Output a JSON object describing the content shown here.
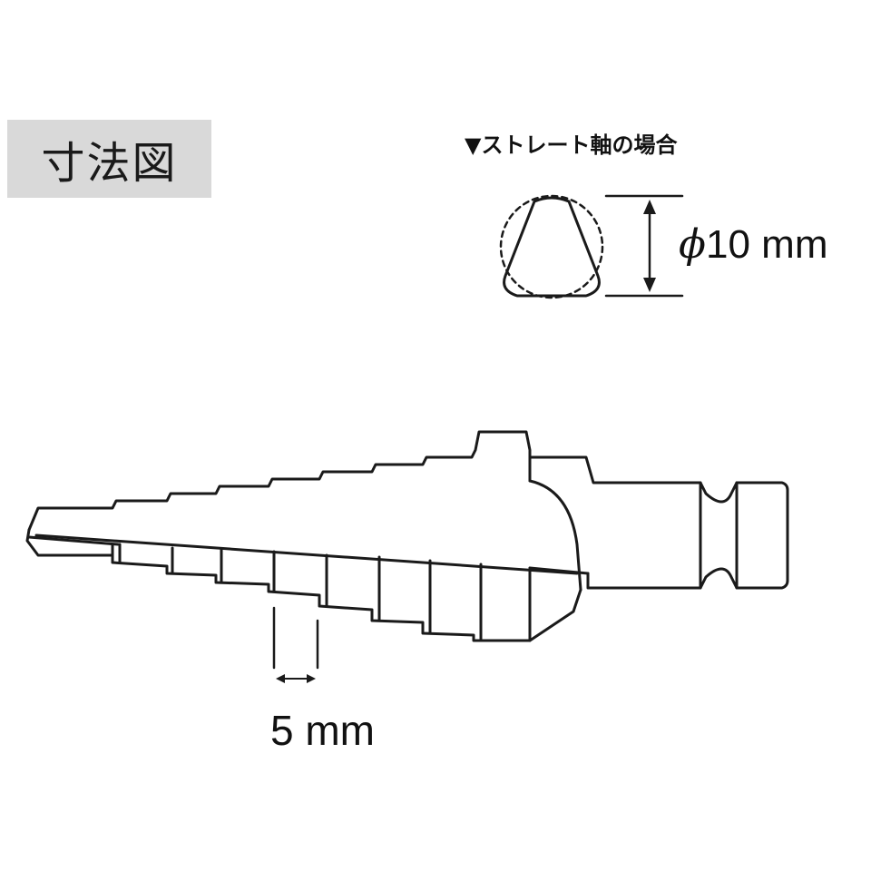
{
  "title": "寸法図",
  "shank_note": "▼ストレート軸の場合",
  "diameter": {
    "symbol": "ϕ",
    "value": "10 mm"
  },
  "step": {
    "label": "5 mm"
  },
  "colors": {
    "line": "#1a1a1a",
    "title_bg": "#d9d9d9",
    "background": "#ffffff"
  }
}
